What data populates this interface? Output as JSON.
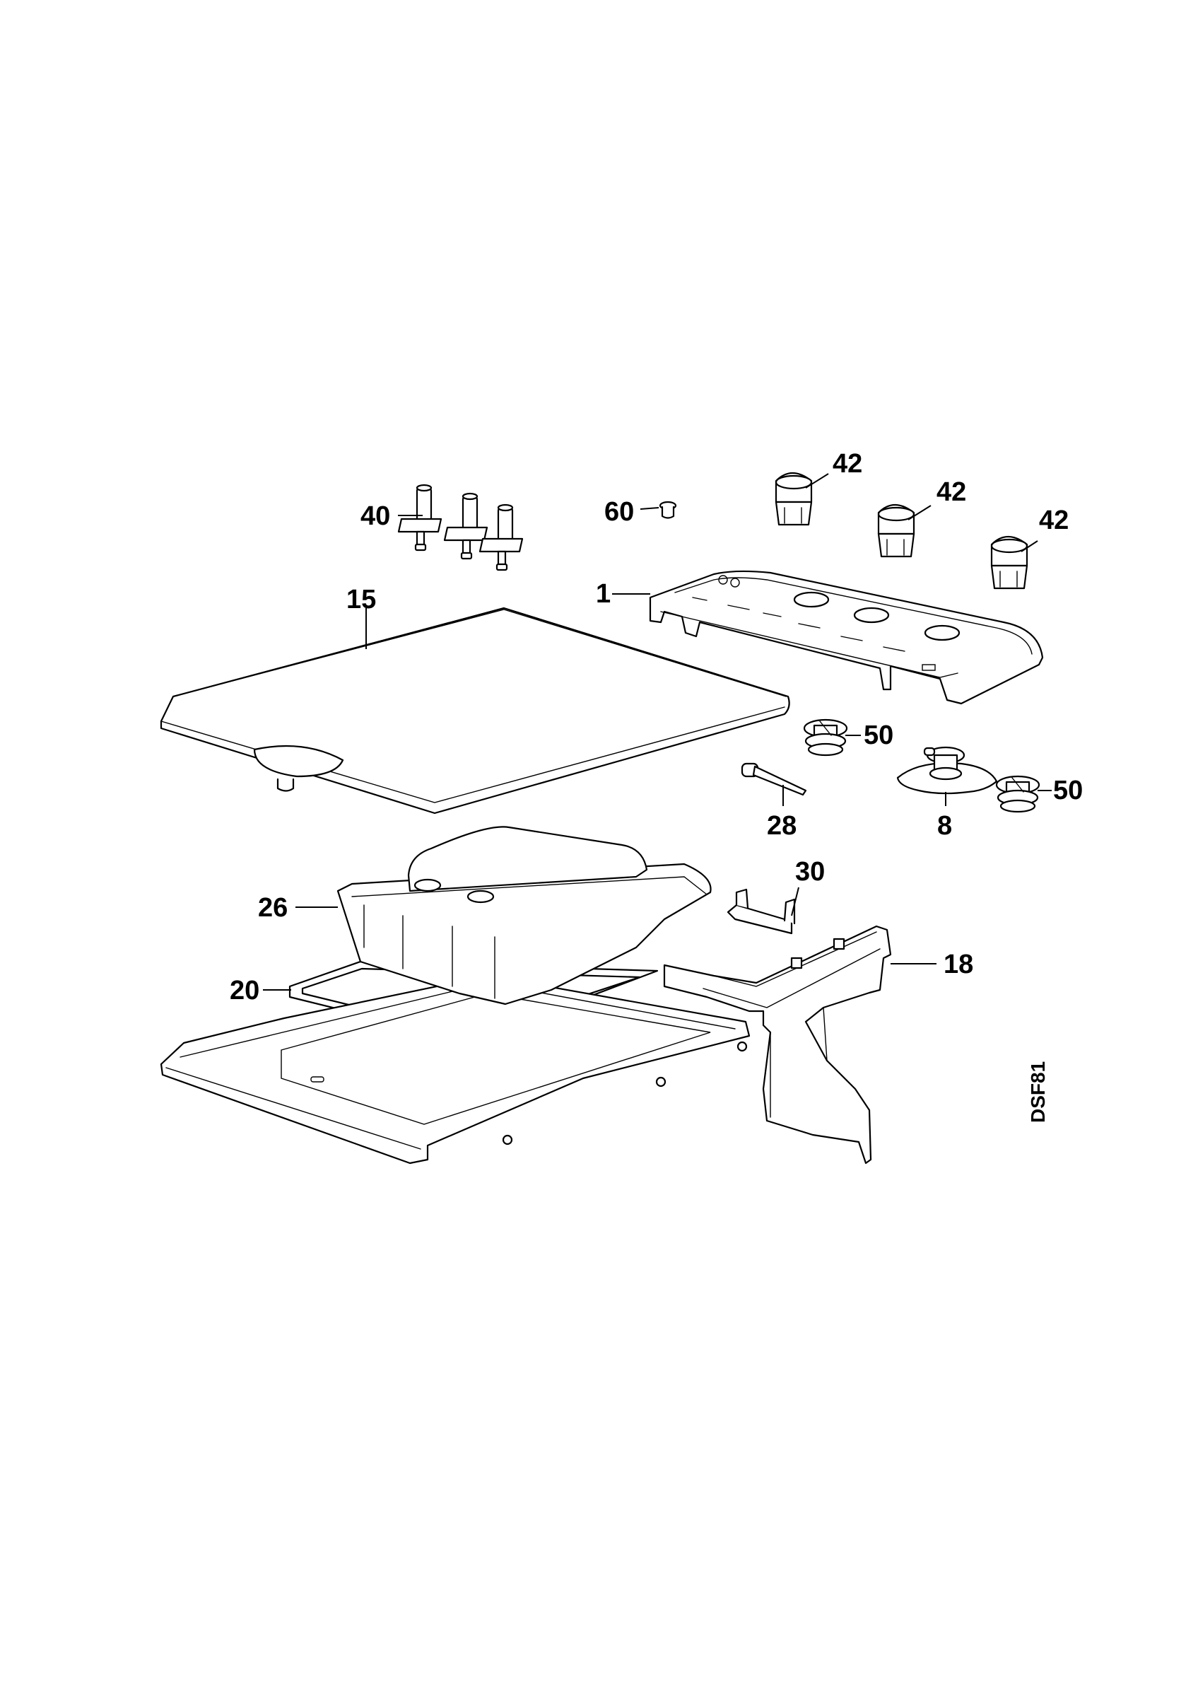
{
  "callouts": {
    "p1": "1",
    "p8": "8",
    "p15": "15",
    "p18": "18",
    "p20": "20",
    "p26": "26",
    "p28": "28",
    "p30": "30",
    "p40": "40",
    "p42": "42",
    "p50": "50",
    "p60": "60"
  },
  "drawing_code": "DSF81"
}
